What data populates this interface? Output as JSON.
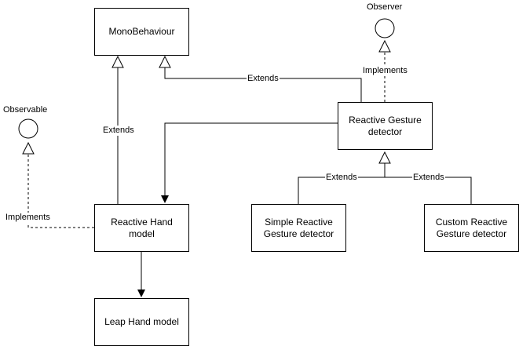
{
  "nodes": {
    "monobehaviour": "MonoBehaviour",
    "reactive_gesture_detector": "Reactive Gesture\ndetector",
    "reactive_hand_model": "Reactive Hand\nmodel",
    "simple_reactive_gesture_detector": "Simple Reactive\nGesture detector",
    "custom_reactive_gesture_detector": "Custom Reactive\nGesture detector",
    "leap_hand_model": "Leap Hand model"
  },
  "interfaces": {
    "observer": "Observer",
    "observable": "Observable"
  },
  "edges": {
    "hand_extends_mono": "Extends",
    "gesture_extends_mono": "Extends",
    "gesture_implements_observer": "Implements",
    "hand_implements_observable": "Implements",
    "simple_extends_gesture": "Extends",
    "custom_extends_gesture": "Extends"
  }
}
